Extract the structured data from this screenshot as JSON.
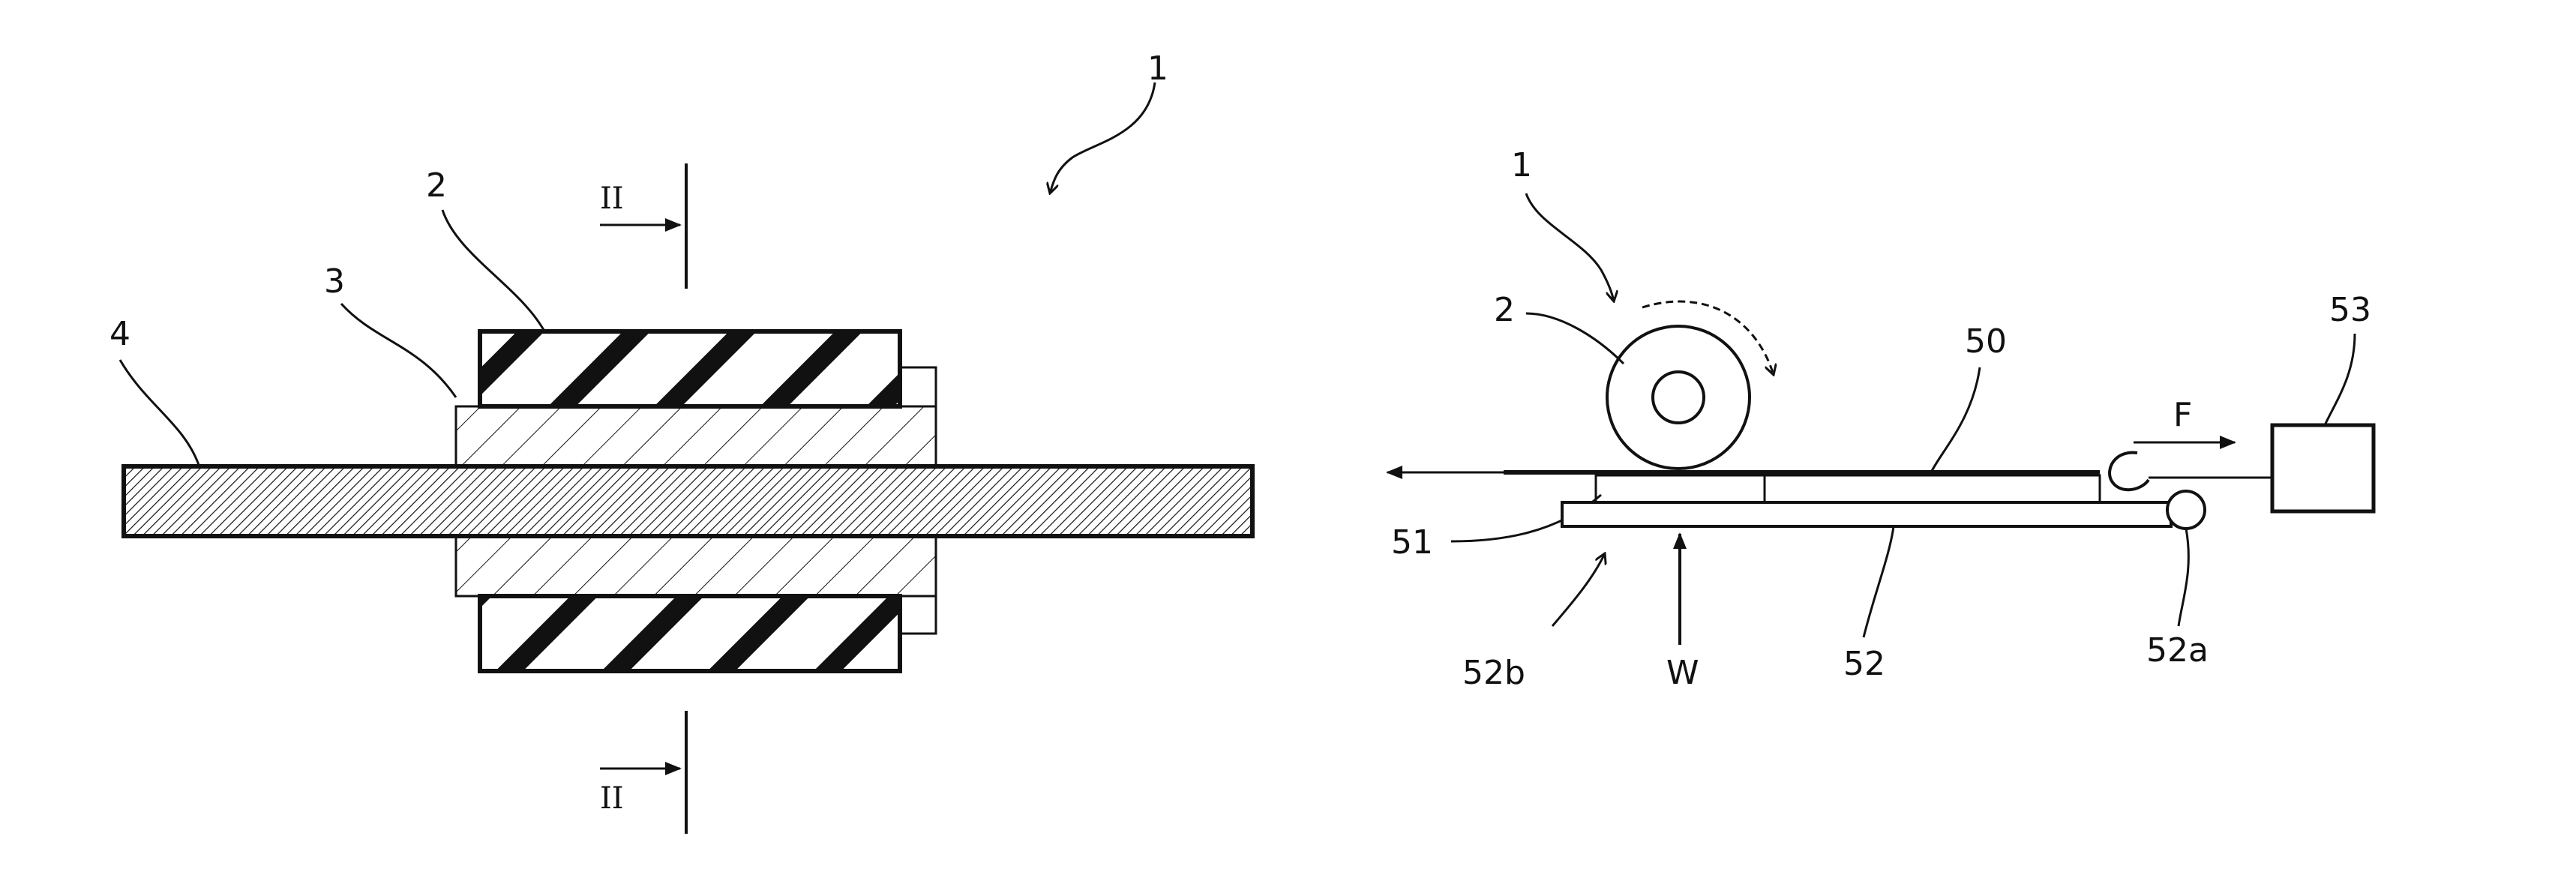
{
  "figure_left": {
    "ref_assembly": "1",
    "ref_outer_body": "2",
    "ref_sleeve": "3",
    "ref_shaft": "4",
    "section_mark_top": "II",
    "section_mark_bottom": "II"
  },
  "figure_right": {
    "ref_assembly": "1",
    "ref_roller": "2",
    "ref_sheet": "50",
    "ref_pad": "51",
    "ref_plate": "52",
    "ref_pivot": "52a",
    "ref_plate_end": "52b",
    "ref_load_cell": "53",
    "force_label": "F",
    "load_label": "W"
  },
  "colors": {
    "ink": "#111111",
    "background": "#ffffff"
  }
}
